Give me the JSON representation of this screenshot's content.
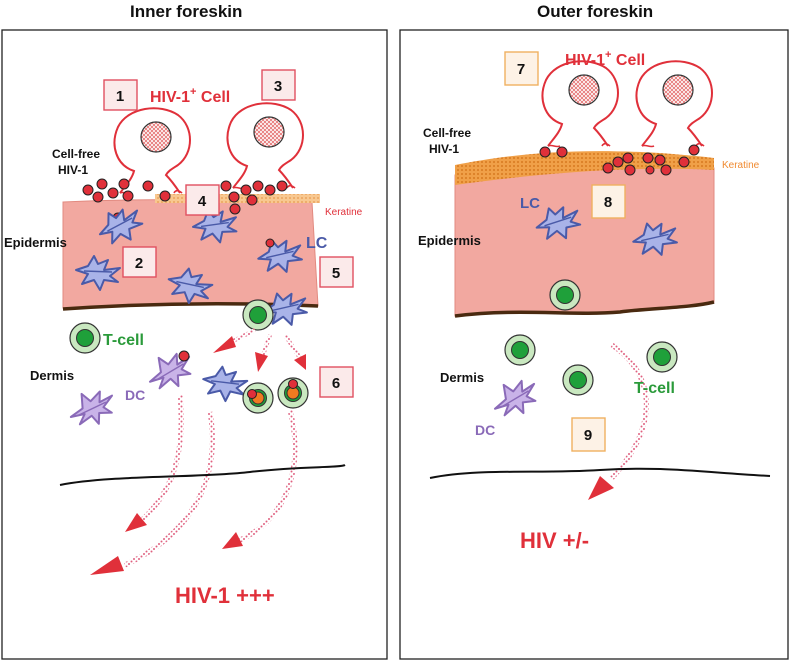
{
  "panels": {
    "inner": {
      "title": "Inner foreskin",
      "hiv_cell_label": "HIV-1",
      "hiv_cell_sup": "+",
      "hiv_cell_suffix": " Cell",
      "cellfree_line1": "Cell-free",
      "cellfree_line2": "HIV-1",
      "keratine": "Keratine",
      "epidermis": "Epidermis",
      "lc": "LC",
      "tcell": "T-cell",
      "dermis": "Dermis",
      "dc": "DC",
      "outcome": "HIV-1 +++",
      "steps": [
        "1",
        "2",
        "3",
        "4",
        "5",
        "6"
      ]
    },
    "outer": {
      "title": "Outer foreskin",
      "hiv_cell_label": "HIV-1",
      "hiv_cell_sup": "+",
      "hiv_cell_suffix": " Cell",
      "cellfree_line1": "Cell-free",
      "cellfree_line2": "HIV-1",
      "keratine": "Keratine",
      "epidermis": "Epidermis",
      "lc": "LC",
      "tcell": "T-cell",
      "dermis": "Dermis",
      "dc": "DC",
      "outcome": "HIV +/-",
      "steps": [
        "7",
        "8",
        "9"
      ]
    }
  },
  "colors": {
    "hiv_red": "#e0303a",
    "lc_blue": "#4a5aa8",
    "dc_purple": "#8a6ab8",
    "tcell_green": "#2a9a3a",
    "keratine_orange": "#f0a040",
    "epidermis_pink": "#f2a8a0",
    "inner_step_border": "#e05060",
    "outer_step_border": "#f0b060"
  }
}
